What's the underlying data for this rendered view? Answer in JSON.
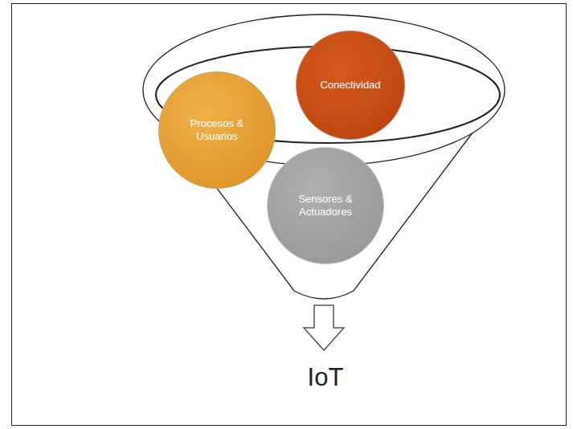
{
  "diagram": {
    "nodes": [
      {
        "text": [
          "Procesos & Usuarios"
        ]
      },
      {
        "text": [
          "Conectividad"
        ]
      },
      {
        "text": [
          "Sensores & Actuadores"
        ]
      }
    ],
    "labels": [
      "IoT"
    ]
  }
}
